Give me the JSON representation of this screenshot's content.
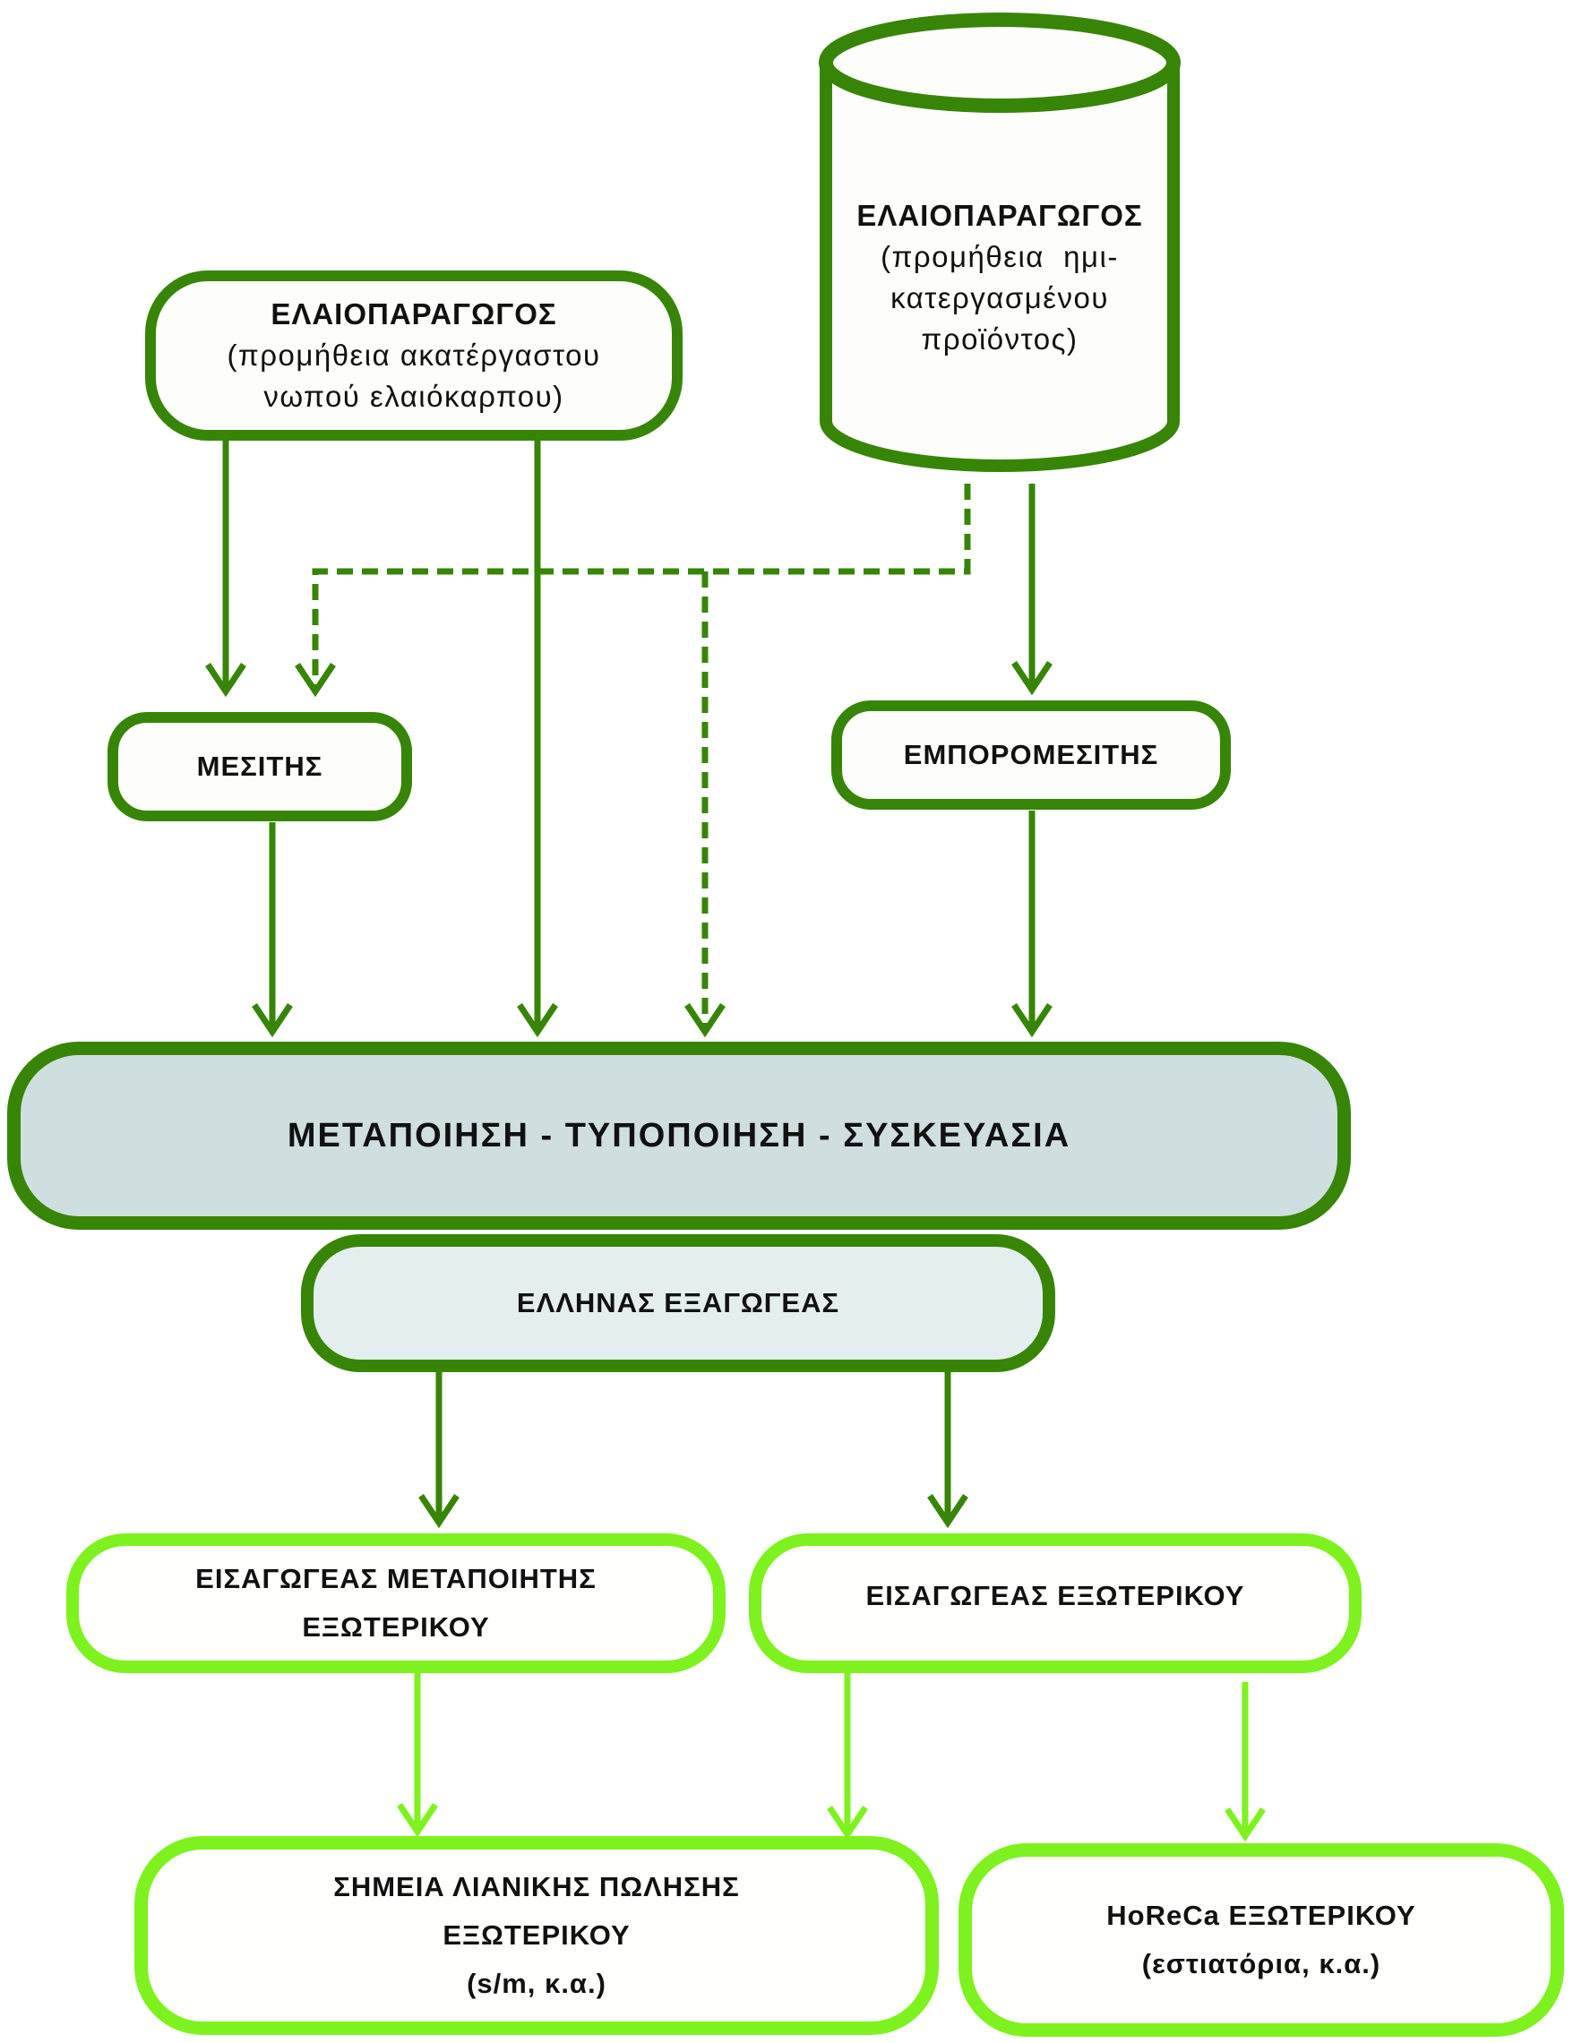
{
  "colors": {
    "dark_green": "#378506",
    "light_green": "#7ef21e",
    "processing_fill": "#cfdfe0",
    "exporter_fill": "#e5eeef",
    "node_fill": "#fdfdfb",
    "text": "#111111"
  },
  "nodes": {
    "producer_raw": {
      "title": "ΕΛΑΙΟΠΑΡΑΓΩΓΟΣ",
      "line1": "(προμήθεια ακατέργαστου",
      "line2": "νωπού ελαιόκαρπου)"
    },
    "producer_semi": {
      "title": "ΕΛΑΙΟΠΑΡΑΓΩΓΟΣ",
      "line1": "(προμήθεια  ημι-",
      "line2": "κατεργασμένου",
      "line3": "προϊόντος)"
    },
    "broker": {
      "title": "ΜΕΣΙΤΗΣ"
    },
    "trader_broker": {
      "title": "ΕΜΠΟΡΟΜΕΣΙΤΗΣ"
    },
    "processing": {
      "title": "ΜΕΤΑΠΟΙΗΣΗ - ΤΥΠΟΠΟΙΗΣΗ - ΣΥΣΚΕΥΑΣΙΑ"
    },
    "greek_exporter": {
      "title": "ΕΛΛΗΝΑΣ ΕΞΑΓΩΓΕΑΣ"
    },
    "importer_processor": {
      "line1": "ΕΙΣΑΓΩΓΕΑΣ ΜΕΤΑΠΟΙΗΤΗΣ",
      "line2": "ΕΞΩΤΕΡΙΚΟΥ"
    },
    "foreign_importer": {
      "title": "ΕΙΣΑΓΩΓΕΑΣ ΕΞΩΤΕΡΙΚΟΥ"
    },
    "retail": {
      "line1": "ΣΗΜΕΙΑ ΛΙΑΝΙΚΗΣ ΠΩΛΗΣΗΣ",
      "line2": "ΕΞΩΤΕΡΙΚΟΥ",
      "line3": "(s/m, κ.α.)"
    },
    "horeca": {
      "line1": "HoReCa ΕΞΩΤΕΡΙΚΟΥ",
      "line2": "(εστιατόρια, κ.α.)"
    }
  },
  "edges": [
    {
      "from": "producer_raw",
      "to": "broker",
      "style": "solid"
    },
    {
      "from": "producer_raw",
      "to": "processing",
      "style": "solid"
    },
    {
      "from": "producer_semi",
      "to": "broker",
      "style": "dashed"
    },
    {
      "from": "producer_semi",
      "to": "processing",
      "style": "dashed"
    },
    {
      "from": "producer_semi",
      "to": "trader_broker",
      "style": "solid"
    },
    {
      "from": "broker",
      "to": "processing",
      "style": "solid"
    },
    {
      "from": "trader_broker",
      "to": "processing",
      "style": "solid"
    },
    {
      "from": "greek_exporter",
      "to": "importer_processor",
      "style": "solid"
    },
    {
      "from": "greek_exporter",
      "to": "foreign_importer",
      "style": "solid"
    },
    {
      "from": "importer_processor",
      "to": "retail",
      "style": "solid"
    },
    {
      "from": "foreign_importer",
      "to": "retail",
      "style": "solid"
    },
    {
      "from": "foreign_importer",
      "to": "horeca",
      "style": "solid"
    }
  ]
}
